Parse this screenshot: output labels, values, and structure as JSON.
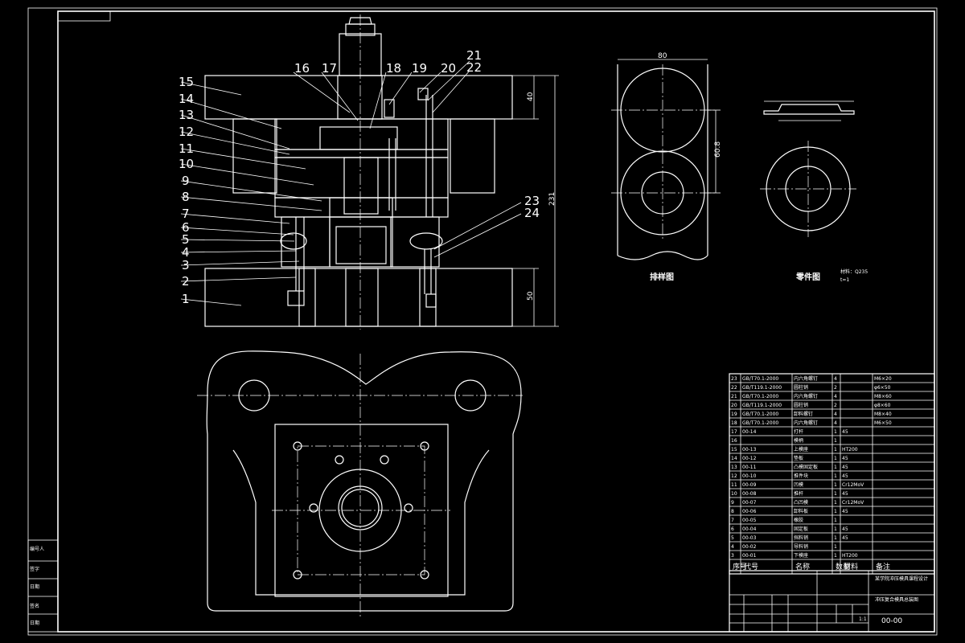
{
  "part_labels_left": [
    "15",
    "14",
    "13",
    "12",
    "11",
    "10",
    "9",
    "8",
    "7",
    "6",
    "5",
    "4",
    "3",
    "2",
    "1"
  ],
  "part_labels_top": [
    "16",
    "17",
    "18",
    "19",
    "20",
    "21",
    "22"
  ],
  "part_labels_right": [
    "23",
    "24"
  ],
  "dimensions": {
    "top_plate": "40",
    "total_height": "231",
    "bottom_plate": "50",
    "strip_width": "80",
    "pitch": "60.8"
  },
  "views": {
    "strip_layout_caption": "排样图",
    "part_caption": "零件图",
    "material_note_1": "材料：Q235",
    "material_note_2": "t=1"
  },
  "left_strip": [
    "编号人",
    "签字",
    "日期",
    "签名",
    "日期"
  ],
  "title_block": {
    "drawing_no": "00-00",
    "scale": "1:1",
    "school": "某学院冲压模具课程设计",
    "name": "冲压复合模具总装图"
  },
  "bom_rows": [
    [
      "23",
      "GB/T70.1-2000",
      "内六角螺钉",
      "4",
      "",
      "M6×20"
    ],
    [
      "22",
      "GB/T119.1-2000",
      "圆柱销",
      "2",
      "",
      "φ6×50"
    ],
    [
      "21",
      "GB/T70.1-2000",
      "内六角螺钉",
      "4",
      "",
      "M8×60"
    ],
    [
      "20",
      "GB/T119.1-2000",
      "圆柱销",
      "2",
      "",
      "φ8×60"
    ],
    [
      "19",
      "GB/T70.1-2000",
      "卸料螺钉",
      "4",
      "",
      "M8×40"
    ],
    [
      "18",
      "GB/T70.1-2000",
      "内六角螺钉",
      "4",
      "",
      "M6×50"
    ],
    [
      "17",
      "00-14",
      "打杆",
      "1",
      "45",
      ""
    ],
    [
      "16",
      "",
      "模柄",
      "1",
      "",
      ""
    ],
    [
      "15",
      "00-13",
      "上模座",
      "1",
      "HT200",
      ""
    ],
    [
      "14",
      "00-12",
      "垫板",
      "1",
      "45",
      ""
    ],
    [
      "13",
      "00-11",
      "凸模固定板",
      "1",
      "45",
      ""
    ],
    [
      "12",
      "00-10",
      "推件块",
      "1",
      "45",
      ""
    ],
    [
      "11",
      "00-09",
      "凹模",
      "1",
      "Cr12MoV",
      ""
    ],
    [
      "10",
      "00-08",
      "推杆",
      "1",
      "45",
      ""
    ],
    [
      "9",
      "00-07",
      "凸凹模",
      "1",
      "Cr12MoV",
      ""
    ],
    [
      "8",
      "00-06",
      "卸料板",
      "1",
      "45",
      ""
    ],
    [
      "7",
      "00-05",
      "橡胶",
      "1",
      "",
      ""
    ],
    [
      "6",
      "00-04",
      "固定板",
      "1",
      "45",
      ""
    ],
    [
      "5",
      "00-03",
      "挡料销",
      "1",
      "45",
      ""
    ],
    [
      "4",
      "00-02",
      "导料销",
      "1",
      "",
      ""
    ],
    [
      "3",
      "00-01",
      "下模座",
      "1",
      "HT200",
      ""
    ]
  ],
  "bom_header": [
    "序号",
    "代号",
    "名称",
    "数量",
    "材料",
    "备注"
  ]
}
